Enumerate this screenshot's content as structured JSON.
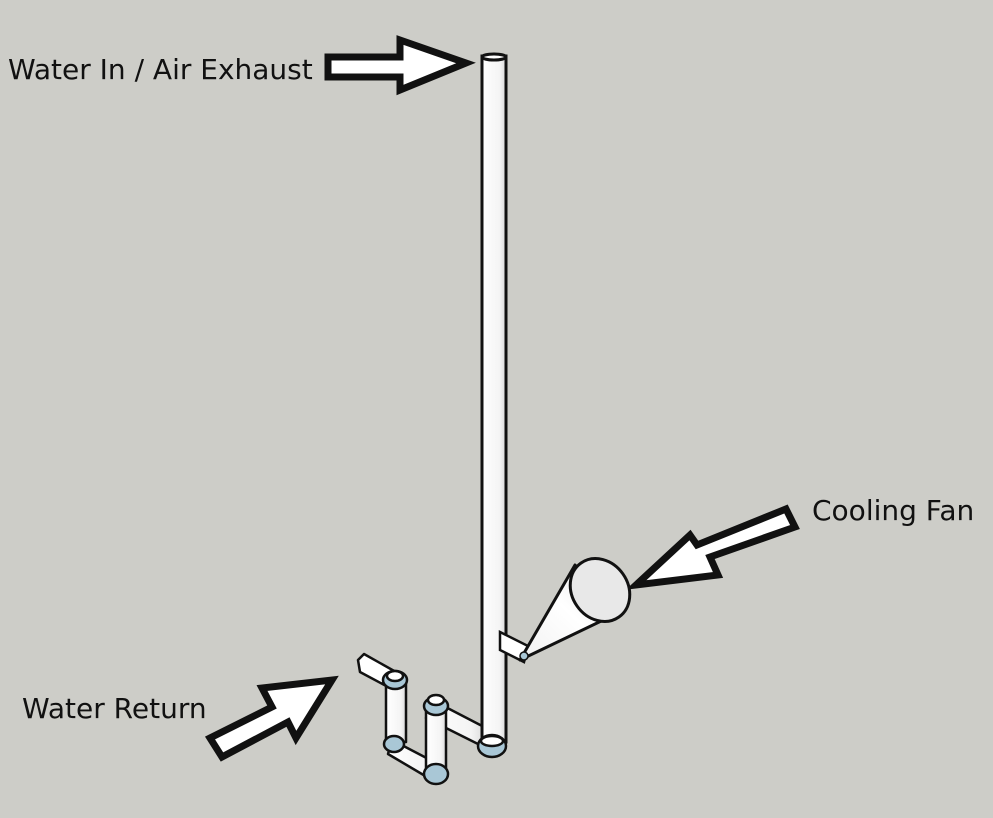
{
  "labels": {
    "water_in": "Water In / Air Exhaust",
    "cooling_fan": "Cooling Fan",
    "water_return": "Water Return"
  },
  "icons": {
    "water_in_arrow": "right-arrow-icon",
    "cooling_fan_arrow": "down-left-arrow-icon",
    "water_return_arrow": "up-right-arrow-icon"
  },
  "colors": {
    "background": "#cdcdc8",
    "pipe_fill": "#ffffff",
    "pipe_shade": "#e6e6e6",
    "outline": "#111111",
    "fitting": "#a9c7d6",
    "arrow_fill": "#ffffff"
  }
}
